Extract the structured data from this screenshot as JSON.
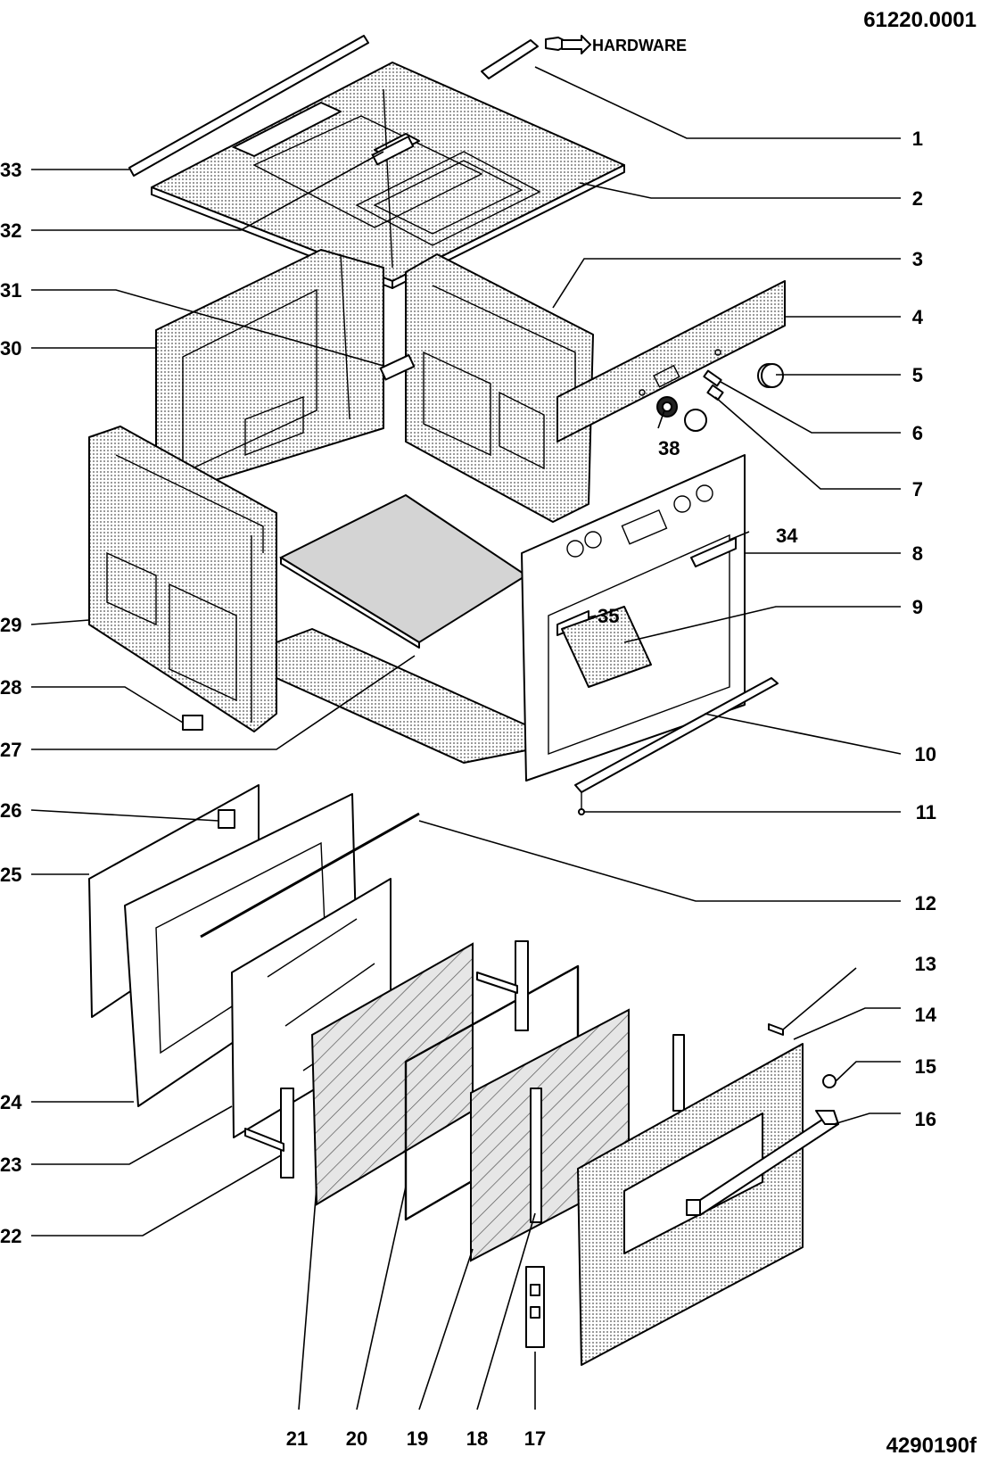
{
  "header": {
    "doc_code": "61220.0001",
    "figure_code": "4290190f",
    "hardware_label": "HARDWARE"
  },
  "callouts": [
    "1",
    "2",
    "3",
    "4",
    "5",
    "6",
    "7",
    "8",
    "9",
    "10",
    "11",
    "12",
    "13",
    "14",
    "15",
    "16",
    "17",
    "18",
    "19",
    "20",
    "21",
    "22",
    "23",
    "24",
    "25",
    "26",
    "27",
    "28",
    "29",
    "30",
    "31",
    "32",
    "33",
    "34",
    "35",
    "38"
  ]
}
